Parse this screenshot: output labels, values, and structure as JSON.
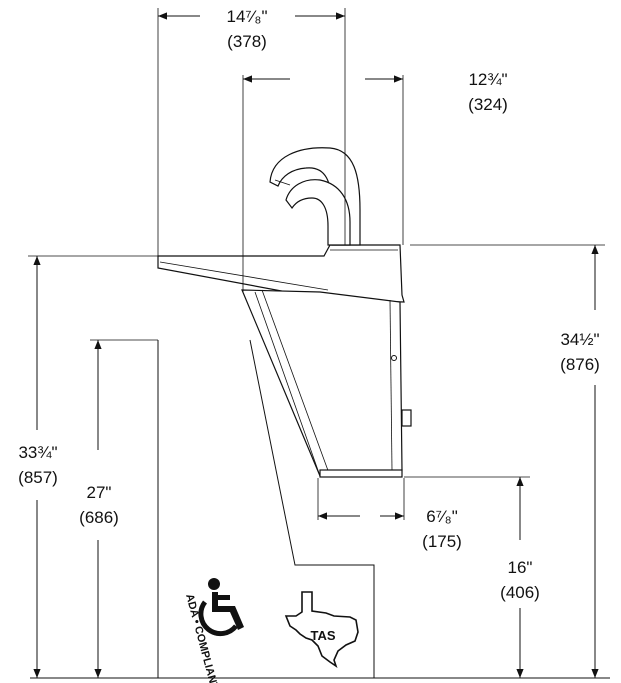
{
  "dimensions": {
    "top_width": {
      "inches": "14⁷⁄₈\"",
      "mm": "(378)"
    },
    "basin_width": {
      "inches": "12¾\"",
      "mm": "(324)"
    },
    "overall_height": {
      "inches": "34½\"",
      "mm": "(876)"
    },
    "rim_height": {
      "inches": "33¾\"",
      "mm": "(857)"
    },
    "knee_height": {
      "inches": "27\"",
      "mm": "(686)"
    },
    "bottom_depth": {
      "inches": "6⁷⁄₈\"",
      "mm": "(175)"
    },
    "bottom_height": {
      "inches": "16\"",
      "mm": "(406)"
    }
  },
  "badges": {
    "ada": {
      "text": "ADA • COMPLIANT",
      "icon": "wheelchair-icon"
    },
    "tas": {
      "text": "TAS",
      "icon": "texas-state-icon"
    }
  }
}
